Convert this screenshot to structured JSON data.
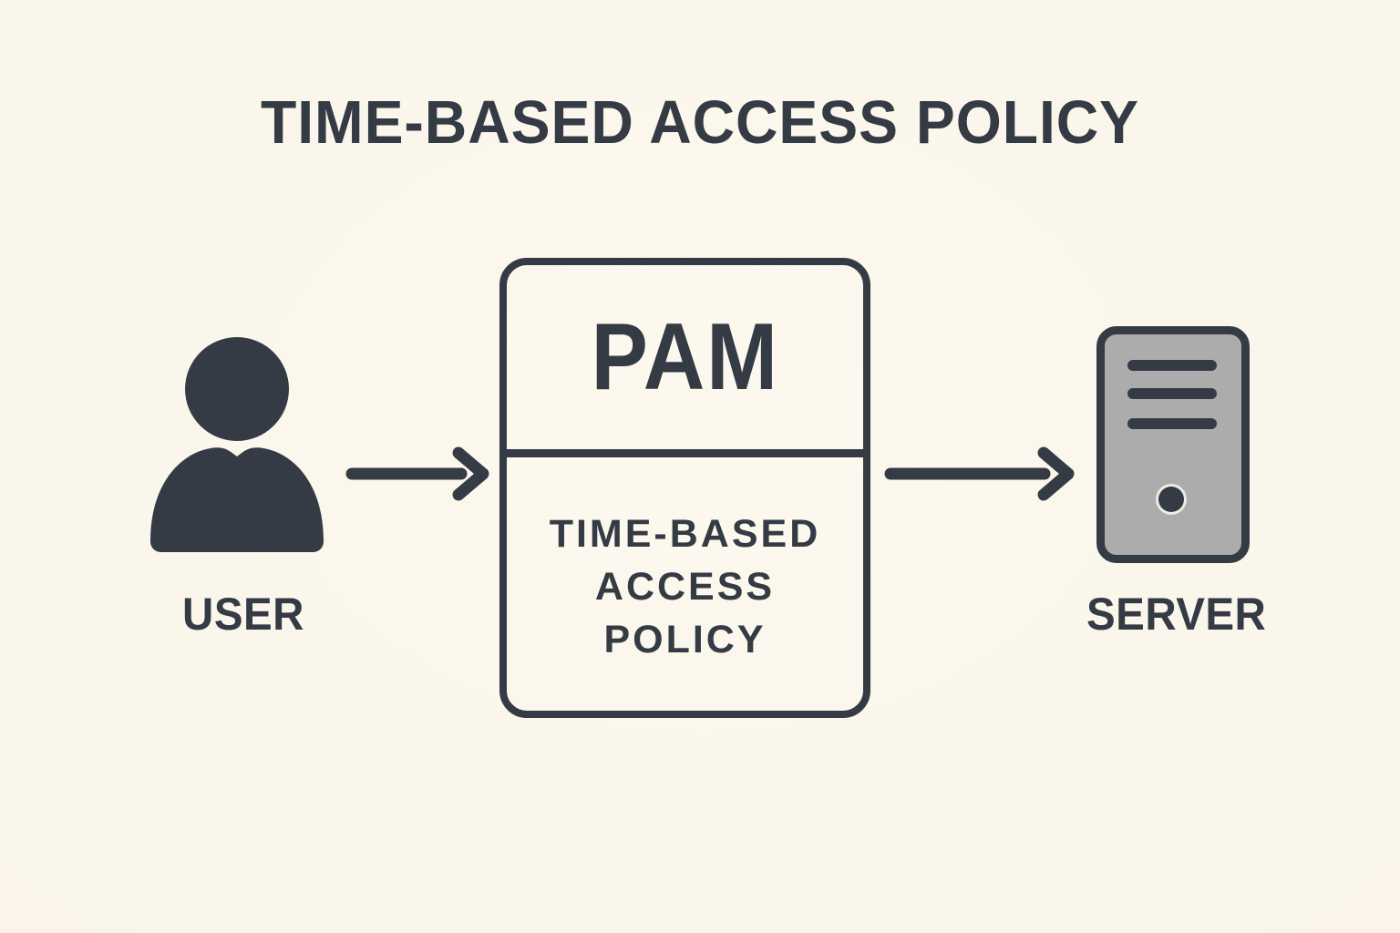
{
  "title": "TIME-BASED ACCESS POLICY",
  "colors": {
    "background": "#FAF5E8",
    "ink": "#343B45",
    "server_fill": "#ACACAC"
  },
  "nodes": {
    "user": {
      "label": "USER",
      "icon": "person-icon"
    },
    "pam": {
      "title": "PAM",
      "policy_lines": [
        "TIME-BASED",
        "ACCESS",
        "POLICY"
      ]
    },
    "server": {
      "label": "SERVER",
      "icon": "server-tower-icon"
    }
  },
  "arrows": [
    {
      "from": "user",
      "to": "pam",
      "direction": "right"
    },
    {
      "from": "pam",
      "to": "server",
      "direction": "right"
    }
  ]
}
